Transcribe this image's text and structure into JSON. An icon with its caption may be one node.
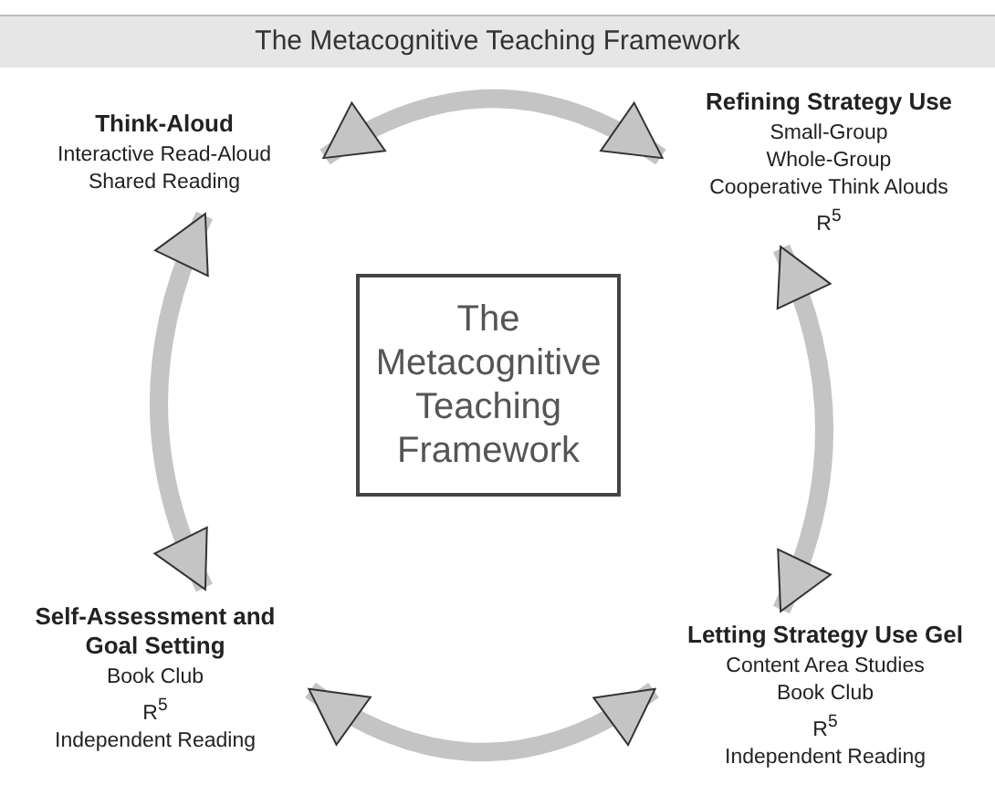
{
  "diagram": {
    "title": "The Metacognitive Teaching Framework",
    "nodes": [
      {
        "text": [
          "Think-Aloud",
          "Interactive Read-Aloud",
          "Shared Reading"
        ]
      },
      {
        "text": [
          "Refining Strategy Use",
          "Small-Group",
          "Whole-Group",
          "Cooperative Think Alouds",
          "R$^{5}$"
        ]
      },
      {
        "text": [
          "The Metacognitive Teaching Framework"
        ]
      },
      {
        "text": [
          "Self-Assessment and Goal Setting",
          "Book Club",
          "R$^{5}$",
          "Independent Reading"
        ]
      },
      {
        "text": [
          "Letting Strategy Use Gel",
          "Content Area Studies",
          "Book Club",
          "R$^{5}$",
          "Independent Reading"
        ]
      }
    ],
    "edges": [
      {
        "from": 0,
        "to": 1,
        "arrow": "both"
      },
      {
        "from": 1,
        "to": 4,
        "arrow": "both"
      },
      {
        "from": 4,
        "to": 3,
        "arrow": "both"
      },
      {
        "from": 3,
        "to": 0,
        "arrow": "both"
      }
    ]
  }
}
